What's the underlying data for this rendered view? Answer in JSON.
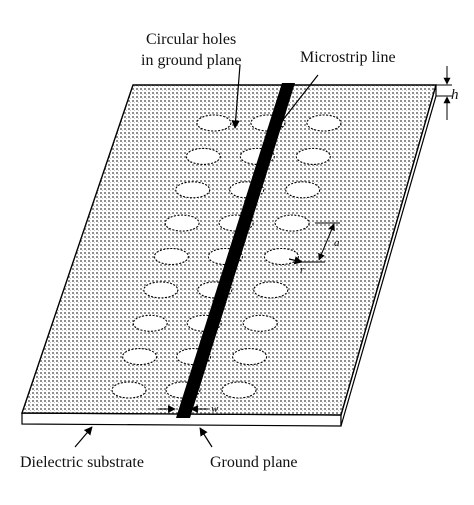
{
  "labels": {
    "holes_line1": "Circular holes",
    "holes_line2": "in ground plane",
    "microstrip": "Microstrip line",
    "height": "h",
    "period": "a",
    "radius": "r",
    "width": "w",
    "substrate": "Dielectric substrate",
    "ground": "Ground plane"
  },
  "colors": {
    "line": "#000000",
    "substrate_texture": "#9a9a9a",
    "background": "#ffffff"
  },
  "structure": {
    "hole_rows": 9,
    "holes_per_row": 3,
    "holes_left_of_strip": 2,
    "holes_right_of_strip": 1
  }
}
